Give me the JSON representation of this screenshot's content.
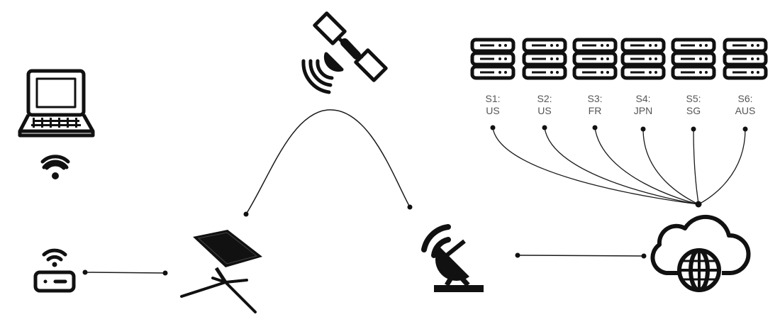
{
  "diagram": {
    "servers": [
      {
        "id": "S1:",
        "location": "US"
      },
      {
        "id": "S2:",
        "location": "US"
      },
      {
        "id": "S3:",
        "location": "FR"
      },
      {
        "id": "S4:",
        "location": "JPN"
      },
      {
        "id": "S5:",
        "location": "SG"
      },
      {
        "id": "S6:",
        "location": "AUS"
      }
    ],
    "icons": {
      "laptop": "laptop-icon",
      "wifi": "wifi-icon",
      "router": "router-icon",
      "dish": "starlink-dish-icon",
      "satellite": "satellite-icon",
      "ground_station": "ground-station-icon",
      "internet": "cloud-globe-icon",
      "server": "server-rack-icon"
    },
    "colors": {
      "line": "#1a1a1a",
      "label": "#555555",
      "icon": "#111111"
    }
  }
}
